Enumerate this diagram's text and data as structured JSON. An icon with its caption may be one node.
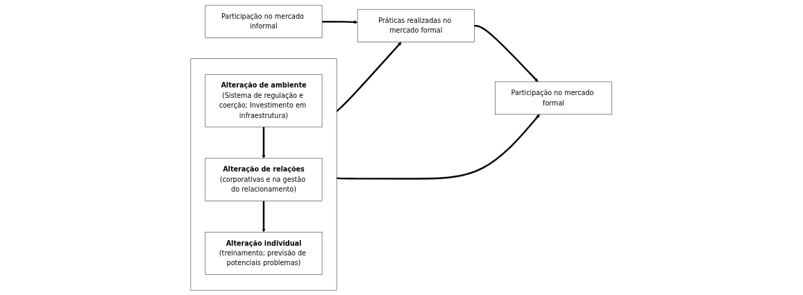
{
  "diagram": {
    "nodes": [
      {
        "text": [],
        "shape": "box"
      },
      {
        "text": [
          "Alteração de ambiente",
          "(Sistema de regulação e coerção; Investimento em infraestrutura)"
        ],
        "in": 0
      },
      {
        "text": [
          "Alteração individual",
          "(treinamento; previsão de potenciais problemas)"
        ],
        "in": 0
      },
      {
        "text": [
          "Alteração de relações",
          "(corporativas e na gestão do relacionamento)"
        ],
        "in": 0
      },
      {
        "text": [
          "Participação no mercado informal"
        ]
      },
      {
        "text": [
          "Práticas realizadas no mercado formal"
        ]
      },
      {
        "text": [
          "Participação no mercado formal"
        ]
      }
    ],
    "edges": [
      {
        "from": 1,
        "to": 3,
        "arrow": "to"
      },
      {
        "from": 3,
        "to": 2,
        "arrow": "to"
      },
      {
        "from": 0,
        "to": 5,
        "arrow": "to"
      },
      {
        "from": 4,
        "to": 5,
        "arrow": "to"
      },
      {
        "from": 5,
        "to": 6,
        "arrow": "to"
      },
      {
        "from": 0,
        "to": 6,
        "arrow": "to"
      }
    ]
  }
}
